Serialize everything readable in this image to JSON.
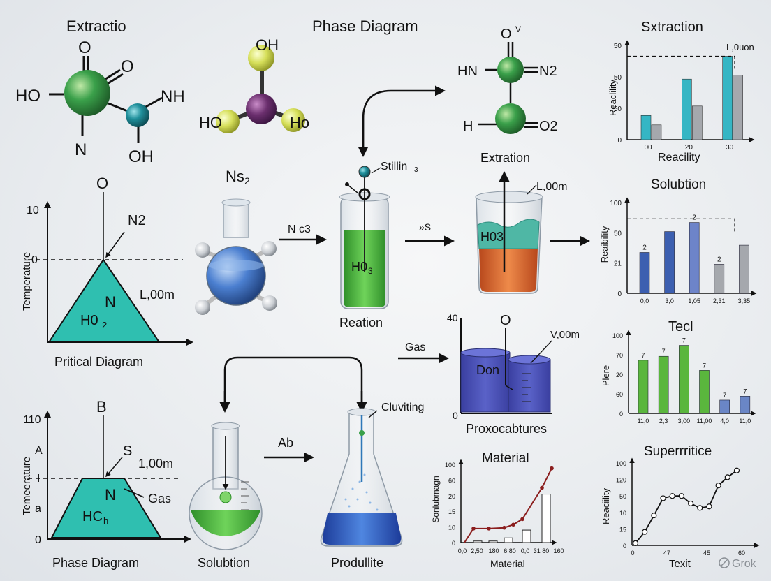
{
  "molecules": {
    "left": {
      "title": "Extractio",
      "o_top": "O",
      "o_right": "O",
      "ho": "HO",
      "nh": "NH",
      "n": "N",
      "oh": "OH"
    },
    "middle": {
      "title": "Phase Diagram",
      "oh_top": "OH",
      "ho": "HO",
      "ho_right": "Ho"
    },
    "right": {
      "o_top": "O",
      "v": "V",
      "hn": "HN",
      "n2": "N2",
      "h": "H",
      "o2": "O2"
    }
  },
  "phase_top": {
    "o_label": "O",
    "tick_top": "10",
    "tick_zero": "0",
    "y_label": "Temperature",
    "n2": "N2",
    "n_mark": "N",
    "h_label": "H0",
    "h_sub": "2",
    "l_label": "L,00m",
    "caption": "Pritical Diagram"
  },
  "phase_bottom": {
    "b_label": "B",
    "tick_top": "110",
    "tick_a": "A",
    "tick_i": "I",
    "tick_a2": "a",
    "tick_zero": "0",
    "y_label": "Temeerature",
    "s_label": "S",
    "l_label": "1,00m",
    "gas": "Gas",
    "n_mark": "N",
    "h_label": "HC",
    "h_sub": "h",
    "caption": "Phase Diagram"
  },
  "apparatus": {
    "flask_top_label": "Ns",
    "flask_top_sub": "2",
    "arrow_nc3": "N c3",
    "stilling": "Stillin",
    "stilling_sub": "3",
    "tube_h": "H0",
    "tube_h_sub": "3",
    "reaction": "Reation",
    "arrow_s": "»S",
    "beaker_title": "Extration",
    "beaker_l": "L,00m",
    "beaker_h": "H03",
    "gas": "Gas",
    "tank_tick_top": "40",
    "tank_tick_zero": "0",
    "tank_o": "O",
    "tank_v": "V,00m",
    "tank_don": "Don",
    "tank_caption": "Proxocabtures",
    "arrow_ab": "Ab",
    "cluviting": "Cluviting",
    "flask_bottom_label": "Solubtion",
    "erlen_label": "Produllite"
  },
  "colors": {
    "teal": "#2fbfb0",
    "green_atom": "#3aa04a",
    "teal_atom": "#1f8f9b",
    "purple_atom": "#6b2f6e",
    "yellow_atom": "#d6df5a",
    "green_liquid": "#5cc24a",
    "blue_liquid": "#4b7fd0",
    "orange_liquid": "#e2713a",
    "tank_blue": "#4a52b8"
  },
  "chart_data": [
    {
      "type": "bar",
      "title": "Sxtraction",
      "ylabel": "Reaclility",
      "xlabel": "Reacility",
      "legend": "L,0uon",
      "yticks": [
        "0",
        "50",
        "50",
        "50"
      ],
      "categories": [
        "00",
        "20",
        "30"
      ],
      "series": [
        {
          "values": [
            18,
            45,
            62
          ],
          "color": "#35b6c4"
        },
        {
          "values": [
            11,
            25,
            48
          ],
          "color": "#a5a8ad"
        }
      ],
      "ylim": [
        0,
        70
      ],
      "ref": 62
    },
    {
      "type": "bar",
      "title": "Solubtion",
      "ylabel": "Reaibility",
      "yticks": [
        "0",
        "21",
        "50",
        "100"
      ],
      "categories": [
        "0,0",
        "3,0",
        "1,05",
        "2,31",
        "3,35"
      ],
      "values": [
        45,
        68,
        78,
        32,
        53
      ],
      "colors": [
        "#3c5fb0",
        "#3c5fb0",
        "#6d84c9",
        "#a5a8ad",
        "#a5a8ad"
      ],
      "labels": [
        "2",
        "",
        "2",
        "2",
        ""
      ],
      "ylim": [
        0,
        100
      ],
      "ref": 82
    },
    {
      "type": "bar",
      "title": "Tecl",
      "ylabel": "Plere",
      "yticks": [
        "0",
        "60",
        "20",
        "70",
        "100"
      ],
      "categories": [
        "11,0",
        "2,3",
        "3,00",
        "11,00",
        "4,0",
        "11,0"
      ],
      "values": [
        68,
        73,
        87,
        55,
        17,
        22
      ],
      "colors": [
        "#5ab63d",
        "#5ab63d",
        "#5ab63d",
        "#5ab63d",
        "#6a86c6",
        "#6a86c6"
      ],
      "labels": [
        "7",
        "7",
        "7",
        "7",
        "7",
        "7"
      ],
      "ylim": [
        0,
        100
      ]
    },
    {
      "type": "line",
      "title": "Material",
      "ylabel": "Sonlubmagn",
      "xlabel": "Material",
      "yticks": [
        "0",
        "10",
        "15",
        "20",
        "60",
        "100"
      ],
      "categories": [
        "0,0",
        "2,50",
        "180",
        "6,80",
        "0,0",
        "31 80",
        "160"
      ],
      "bar_values": [
        2,
        2,
        6,
        16,
        62
      ],
      "line_values": [
        0,
        18,
        18,
        19,
        23,
        30,
        70,
        95
      ],
      "ylim": [
        0,
        100
      ]
    },
    {
      "type": "line",
      "title": "Superrritice",
      "ylabel": "Reaciility",
      "xlabel": "Texit",
      "yticks": [
        "0",
        "15",
        "10",
        "50",
        "120",
        "100"
      ],
      "categories": [
        "0",
        "47",
        "45",
        "60"
      ],
      "values": [
        3,
        18,
        40,
        63,
        66,
        66,
        56,
        50,
        52,
        80,
        91,
        100
      ],
      "ylim": [
        0,
        110
      ]
    }
  ],
  "watermark": "Grok"
}
